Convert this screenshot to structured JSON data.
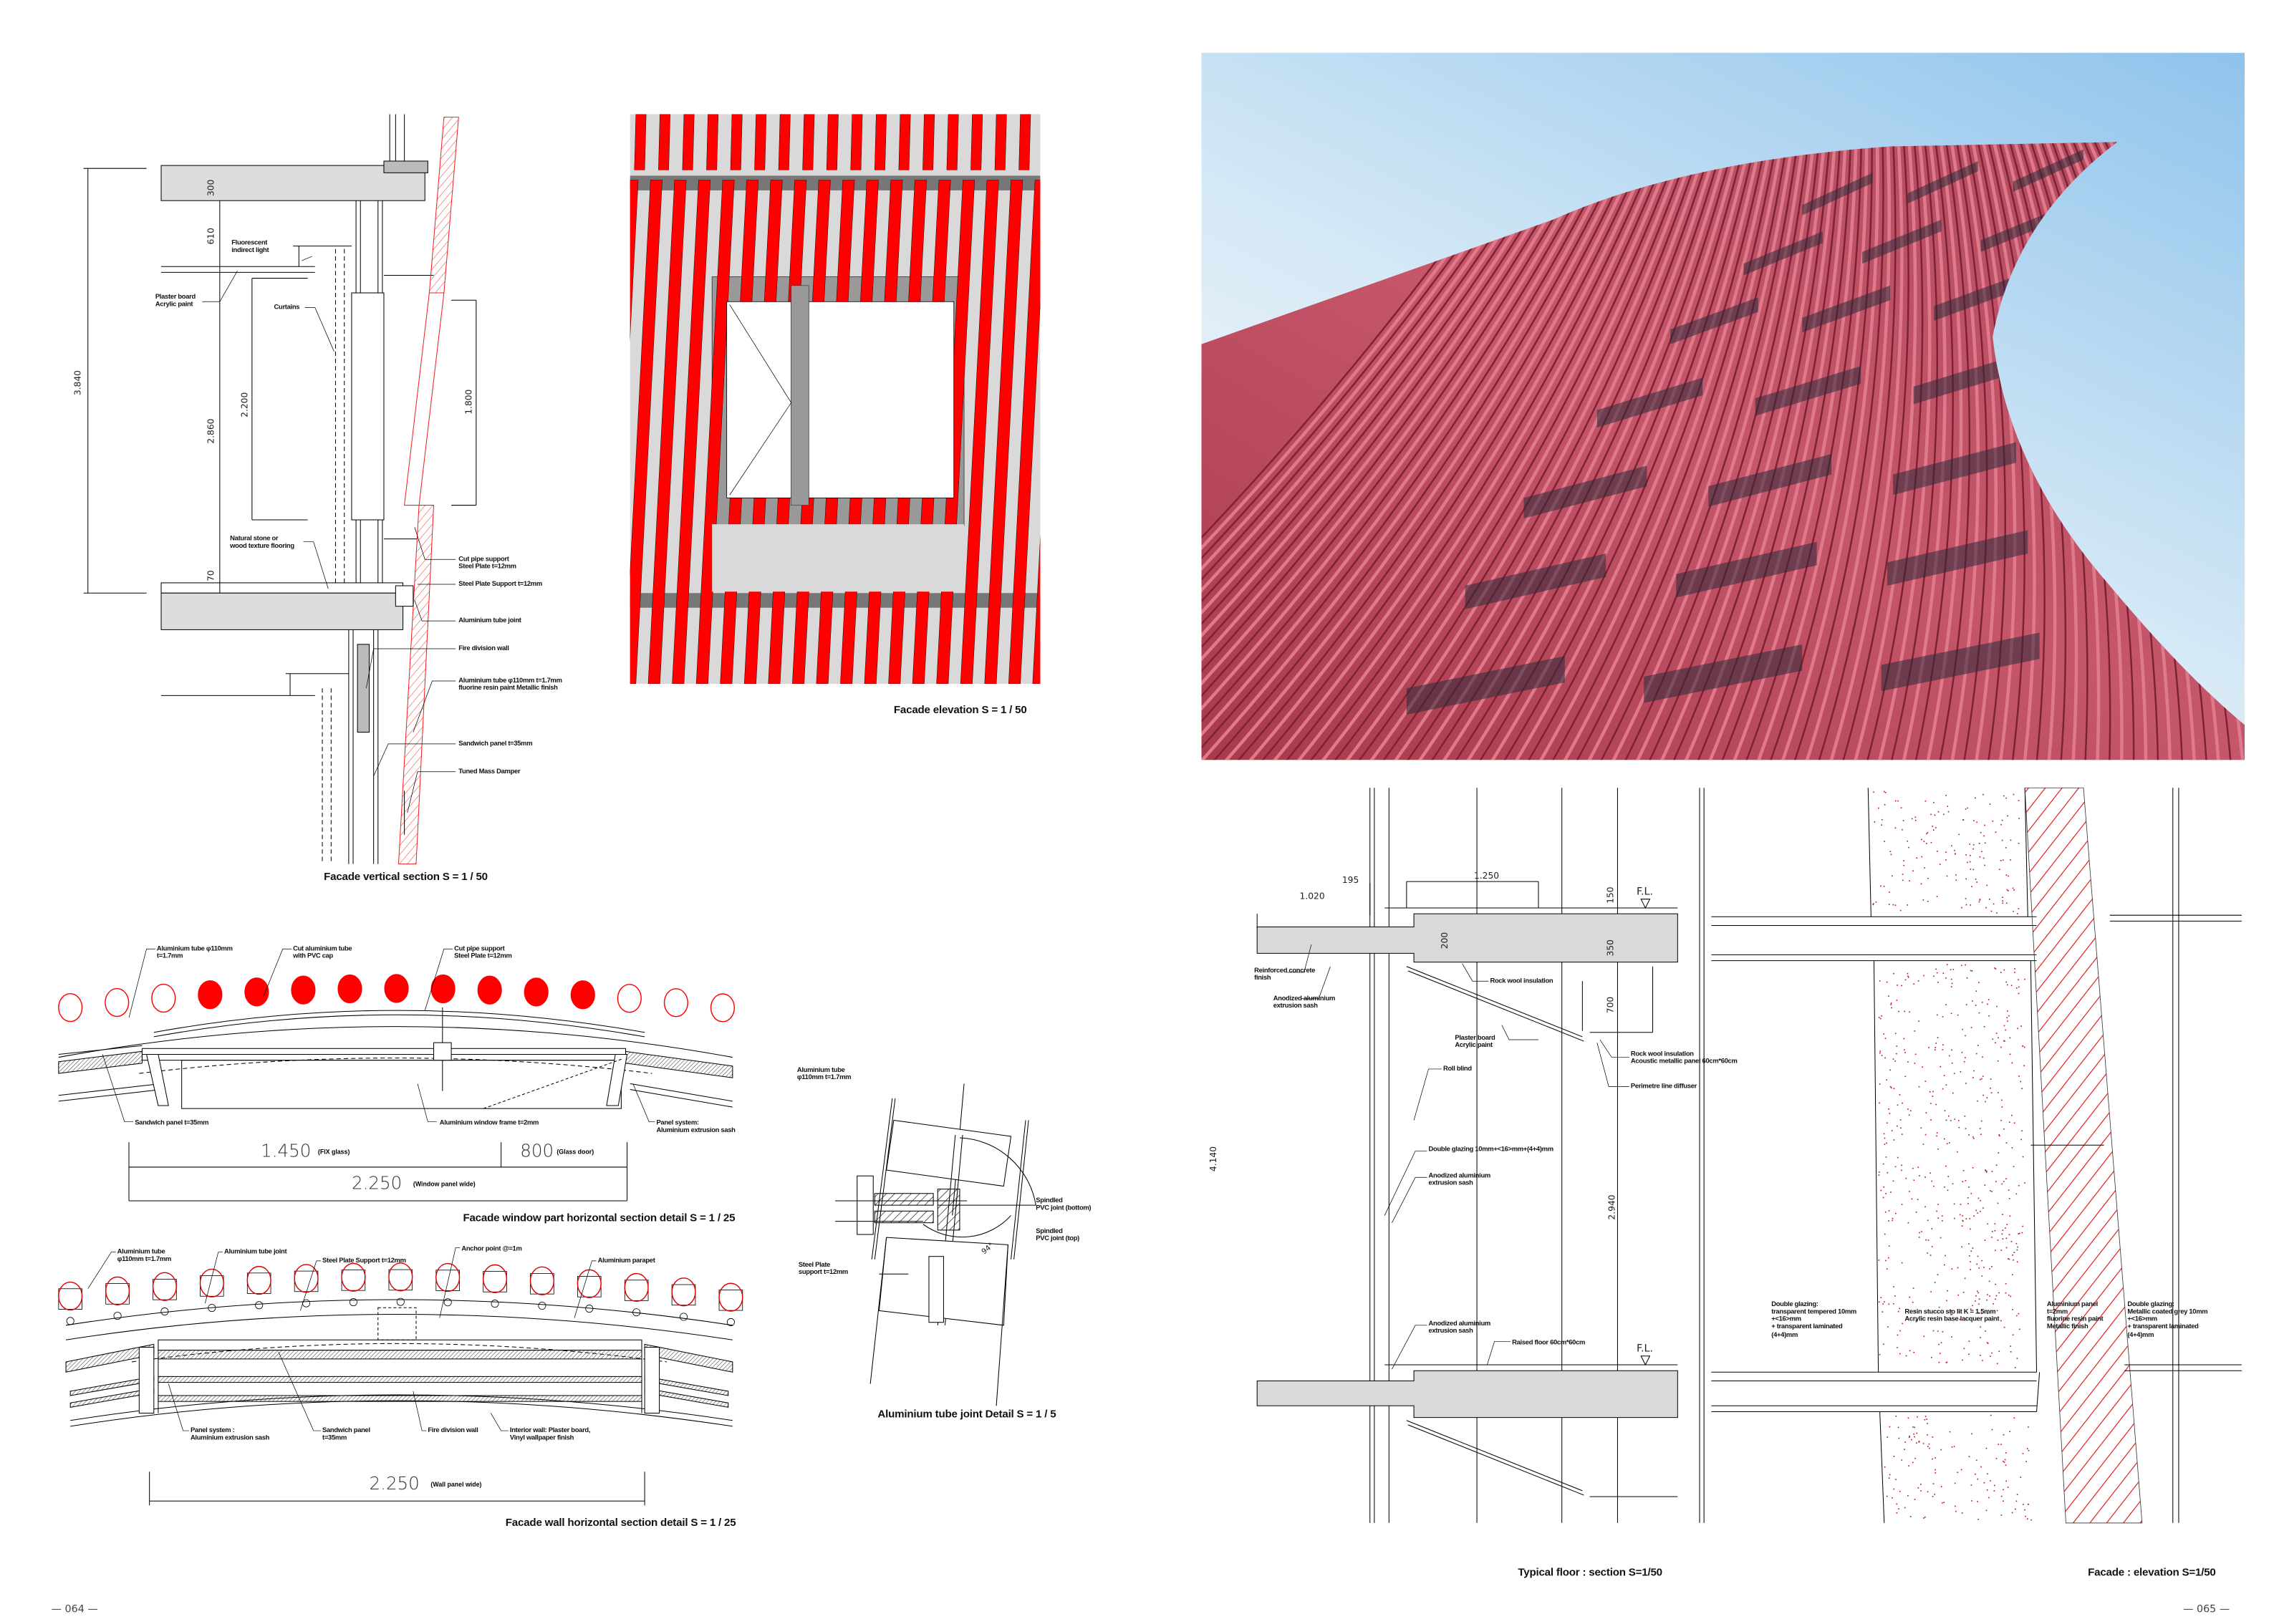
{
  "page_numbers": {
    "left": "— 064 —",
    "right": "— 065 —"
  },
  "colors": {
    "tube_red": "#ff0000",
    "slab_gray": "#d9d9d9",
    "dark_band": "#777777",
    "sky_top": "#9fc9ea",
    "tower_red": "#b8475a"
  },
  "vertical_section": {
    "caption": "Facade vertical section S = 1 / 50",
    "dims": {
      "d300": "300",
      "d610": "610",
      "d3840": "3.840",
      "d2860": "2.860",
      "d2200": "2.200",
      "d1800": "1.800",
      "d70": "70"
    },
    "labels": {
      "fluorescent": "Fluorescent\nindirect light",
      "plaster": "Plaster board\nAcrylic paint",
      "curtains": "Curtains",
      "flooring": "Natural stone or\nwood texture flooring",
      "cut_pipe": "Cut pipe support\nSteel Plate t=12mm",
      "steel_plate": "Steel Plate Support t=12mm",
      "tube_joint": "Aluminium tube joint",
      "fire_wall": "Fire division wall",
      "tube": "Aluminium tube φ110mm t=1.7mm\nfluorine resin paint Metallic finish",
      "sandwich": "Sandwich panel t=35mm",
      "damper": "Tuned Mass Damper"
    }
  },
  "facade_elevation": {
    "caption": "Facade elevation S = 1 / 50"
  },
  "window_section": {
    "caption": "Facade window part horizontal section detail S = 1 / 25",
    "labels": {
      "tube": "Aluminium tube φ110mm\nt=1.7mm",
      "cut_tube": "Cut aluminium tube\nwith PVC cap",
      "cut_pipe": "Cut pipe support\nSteel Plate t=12mm",
      "sandwich": "Sandwich panel t=35mm",
      "frame": "Aluminium window frame t=2mm",
      "panel_system": "Panel system:\nAluminium extrusion sash"
    },
    "dims": [
      {
        "value": "1.450",
        "note": "(FIX glass)"
      },
      {
        "value": "800",
        "note": "(Glass door)"
      },
      {
        "value": "2.250",
        "note": "(Window panel wide)"
      }
    ]
  },
  "wall_section": {
    "caption": "Facade wall horizontal section detail S = 1 / 25",
    "labels": {
      "tube": "Aluminium tube\nφ110mm t=1.7mm",
      "tube_joint": "Aluminium tube joint",
      "steel_plate": "Steel Plate Support t=12mm",
      "anchor": "Anchor point @=1m",
      "parapet": "Aluminium parapet",
      "panel_system": "Panel system :\nAluminium extrusion sash",
      "sandwich": "Sandwich panel\nt=35mm",
      "fire_wall": "Fire division wall",
      "interior": "Interior wall: Plaster board,\n                     Vinyl wallpaper finish"
    },
    "dims": [
      {
        "value": "2.250",
        "note": "(Wall panel wide)"
      }
    ]
  },
  "joint_detail": {
    "caption": "Aluminium tube joint Detail S = 1 / 5",
    "angle": "94°",
    "labels": {
      "tube": "Aluminium tube\nφ110mm t=1.7mm",
      "pvc_bottom": "Spindled\nPVC joint (bottom)",
      "pvc_top": "Spindled\nPVC joint (top)",
      "steel_plate": "Steel Plate\nsupport t=12mm"
    }
  },
  "typical_floor": {
    "caption": "Typical floor : section S=1/50",
    "dims": {
      "d1020": "1.020",
      "d195": "195",
      "d1250": "1.250",
      "d150": "150",
      "d200": "200",
      "d350": "350",
      "d700": "700",
      "d2940": "2.940",
      "d4140": "4.140",
      "fl_top": "F.L.",
      "fl_bottom": "F.L."
    },
    "labels": {
      "concrete": "Reinforced concrete\nfinish",
      "sash_top": "Anodized aluminium\nextrusion sash",
      "rockwool": "Rock wool insulation",
      "plaster": "Plaster board\nAcrylic paint",
      "acoustic": "Rock wool insulation\nAcoustic metallic panel 60cm*60cm",
      "roll_blind": "Roll blind",
      "diffuser": "Perimetre line diffuser",
      "glazing": "Double glazing 10mm+<16>mm+(4+4)mm",
      "sash_mid": "Anodized aluminium\nextrusion sash",
      "sash_bottom": "Anodized aluminium\nextrusion sash",
      "raised_floor": "Raised floor 60cm*60cm"
    }
  },
  "facade_elevation_right": {
    "caption": "Facade : elevation S=1/50",
    "labels": {
      "glazing_left": "Double glazing:\ntransparent tempered 10mm\n+<16>mm\n+ transparent laminated\n   (4+4)mm",
      "stucco": "Resin stucco sto lit K = 1.5mm\nAcrylic resin base lacquer paint",
      "panel": "Aluminium panel\nt=2mm\nfluorine resin paint\nMetallic finish",
      "glazing_right": "Double glazing:\nMetallic coated grey 10mm\n+<16>mm\n+ transparent laminated\n   (4+4)mm"
    }
  }
}
